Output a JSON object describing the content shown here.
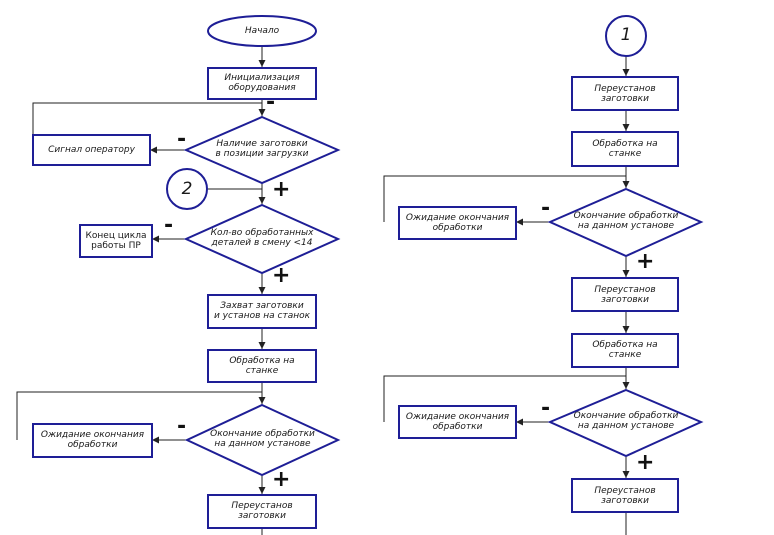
{
  "flowchart": {
    "nodes": {
      "start": "Начало",
      "init": "Инициализация\nоборудования",
      "check_blank": "Наличие заготовки\nв позиции загрузки",
      "signal_operator": "Сигнал оператору",
      "connector_2": "2",
      "check_count": "Кол-во обработанных\nдеталей в смену <14",
      "end_cycle": "Конец цикла\nработы ПР",
      "grab": "Захват заготовки\nи установ на станок",
      "machining_1": "Обработка на\nстанке",
      "wait_1": "Ожидание окончания\nобработки",
      "done_1": "Окончание обработки\nна данном установе",
      "reset_1": "Переустанов\nзаготовки",
      "connector_1": "1",
      "reset_2": "Переустанов\nзаготовки",
      "machining_2": "Обработка на\nстанке",
      "wait_2": "Ожидание окончания\nобработки",
      "done_2": "Окончание обработки\nна данном установе",
      "reset_3": "Переустанов\nзаготовки",
      "machining_3": "Обработка на\nстанке",
      "wait_3": "Ожидание окончания\nобработки",
      "done_3": "Окончание обработки\nна данном установе",
      "reset_4": "Переустанов\nзаготовки"
    },
    "signs": {
      "plus": "+",
      "minus": "-"
    },
    "colors": {
      "shape_stroke": "#1e1e96",
      "line": "#222222"
    }
  }
}
